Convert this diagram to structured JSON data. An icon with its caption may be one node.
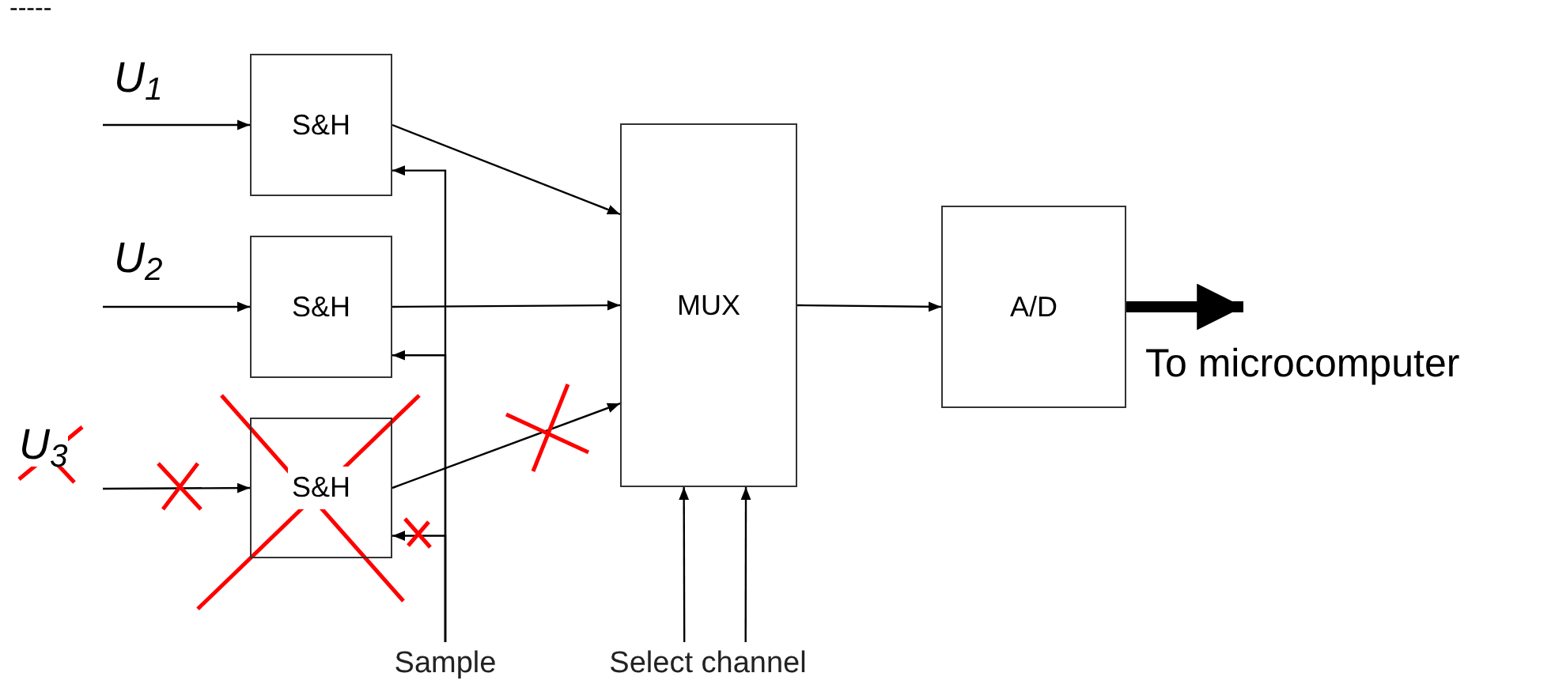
{
  "diagram": {
    "nodes": [
      {
        "text": [
          "S&H"
        ]
      },
      {
        "text": [
          "S&H"
        ]
      },
      {
        "text": [
          "S&H"
        ]
      },
      {
        "text": [
          "MUX"
        ]
      },
      {
        "text": [
          "A/D"
        ]
      },
      {
        "text": [
          "Sample"
        ]
      },
      {
        "text": [
          "Select channel"
        ]
      }
    ],
    "edges": [
      {
        "from": null,
        "to": 0,
        "arrow": "to",
        "label": "U$_{1}$"
      },
      {
        "from": null,
        "to": 1,
        "arrow": "to",
        "label": "U$_{2}$"
      },
      {
        "from": null,
        "to": 2,
        "arrow": "to",
        "label": "U$_{3}$"
      },
      {
        "from": 0,
        "to": 3,
        "arrow": "to"
      },
      {
        "from": 1,
        "to": 3,
        "arrow": "to"
      },
      {
        "from": 2,
        "to": 3,
        "arrow": "to"
      },
      {
        "from": 3,
        "to": 4,
        "arrow": "to"
      },
      {
        "from": 4,
        "to": null,
        "arrow": "to",
        "label": "To microcomputer",
        "style": "thick"
      },
      {
        "from": 5,
        "to": 0,
        "arrow": "to"
      },
      {
        "from": 5,
        "to": 1,
        "arrow": "to"
      },
      {
        "from": 5,
        "to": 2,
        "arrow": "to"
      },
      {
        "from": 6,
        "to": 3,
        "arrow": "to"
      },
      {
        "from": 6,
        "to": 3,
        "arrow": "to"
      }
    ],
    "labels": [
      "-----"
    ]
  }
}
